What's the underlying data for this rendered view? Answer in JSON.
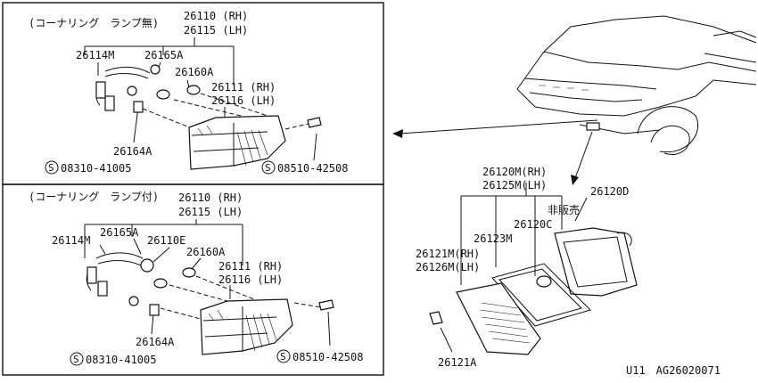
{
  "top_panel": {
    "heading": "(コーナリング　ランプ無)",
    "part_rh_1": "26110 (RH)",
    "part_lh_1": "26115 (LH)",
    "part_harness": "26114M",
    "part_socket": "26165A",
    "part_bulb": "26160A",
    "part_rh_2": "26111 (RH)",
    "part_lh_2": "26116 (LH)",
    "part_clip": "26164A",
    "screw_left": "08310-41005",
    "screw_right": "08510-42508"
  },
  "bottom_panel": {
    "heading": "(コーナリング　ランプ付)",
    "part_rh_1": "26110 (RH)",
    "part_lh_1": "26115 (LH)",
    "part_harness": "26114M",
    "part_socket": "26165A",
    "part_bulb_e": "26110E",
    "part_bulb": "26160A",
    "part_rh_2": "26111 (RH)",
    "part_lh_2": "26116 (LH)",
    "part_clip": "26164A",
    "screw_left": "08310-41005",
    "screw_right": "08510-42508"
  },
  "right_panel": {
    "part_rh": "26120M(RH)",
    "part_lh": "26125M(LH)",
    "part_housing": "26120D",
    "not_sold": "非販売",
    "part_bulb": "26120C",
    "part_gasket": "26123M",
    "part_lens_rh": "26121M(RH)",
    "part_lens_lh": "26126M(LH)",
    "part_screw": "26121A"
  },
  "screw_symbol": "S",
  "diagram_code": "U11　AG26020071"
}
